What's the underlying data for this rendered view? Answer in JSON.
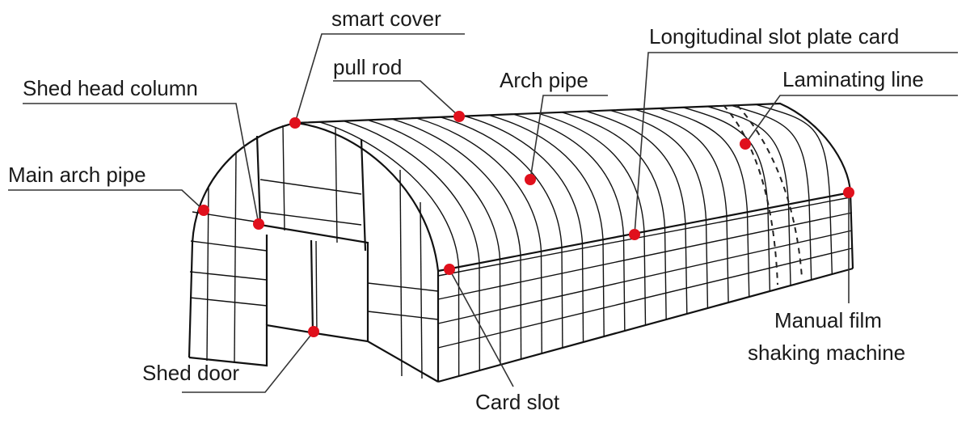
{
  "labels": {
    "smart_cover": "smart cover",
    "longitudinal_slot_plate_card": "Longitudinal slot plate card",
    "pull_rod": "pull rod",
    "arch_pipe": "Arch pipe",
    "laminating_line": "Laminating line",
    "shed_head_column": "Shed head column",
    "main_arch_pipe": "Main arch pipe",
    "manual_film_line1": "Manual film",
    "manual_film_line2": "shaking machine",
    "shed_door": "Shed door",
    "card_slot": "Card slot"
  },
  "colors": {
    "marker": "#e0101c",
    "line": "#111111",
    "text": "#1a1a1a",
    "background": "#ffffff"
  }
}
